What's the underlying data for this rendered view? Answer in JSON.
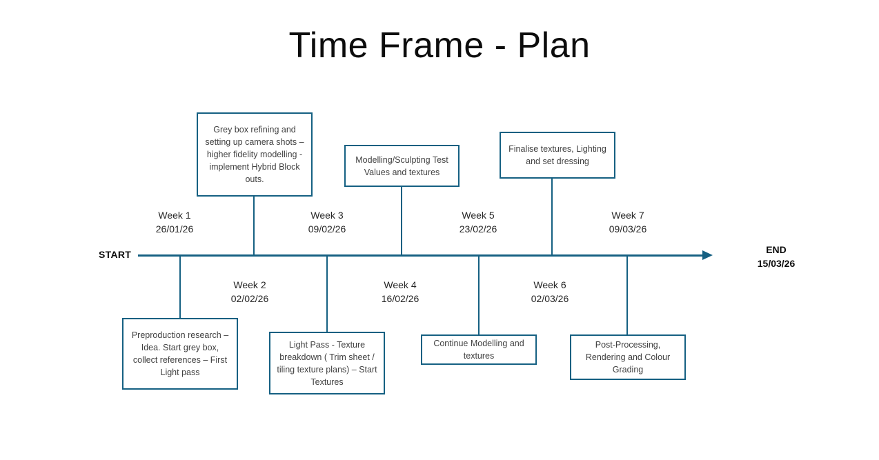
{
  "title": "Time Frame - Plan",
  "colors": {
    "accent": "#156082",
    "box_text": "#404040",
    "heading_text": "#0c0c0c"
  },
  "timeline": {
    "start_label": "START",
    "end_label": "END",
    "end_date": "15/03/26"
  },
  "weeks": [
    {
      "label": "Week 1",
      "date": "26/01/26",
      "side": "above"
    },
    {
      "label": "Week 2",
      "date": "02/02/26",
      "side": "below"
    },
    {
      "label": "Week 3",
      "date": "09/02/26",
      "side": "above"
    },
    {
      "label": "Week 4",
      "date": "16/02/26",
      "side": "below"
    },
    {
      "label": "Week 5",
      "date": "23/02/26",
      "side": "above"
    },
    {
      "label": "Week 6",
      "date": "02/03/26",
      "side": "below"
    },
    {
      "label": "Week 7",
      "date": "09/03/26",
      "side": "above"
    }
  ],
  "tasks": [
    {
      "side": "top",
      "text": "Grey box refining and setting up camera shots – higher fidelity modelling - implement Hybrid Block outs."
    },
    {
      "side": "top",
      "text": "Modelling/Sculpting Test Values and textures"
    },
    {
      "side": "top",
      "text": "Finalise textures, Lighting and set dressing"
    },
    {
      "side": "bottom",
      "text": "Preproduction research – Idea. Start grey box, collect references – First Light pass"
    },
    {
      "side": "bottom",
      "text": "Light Pass  - Texture breakdown ( Trim sheet / tiling texture plans) – Start Textures"
    },
    {
      "side": "bottom",
      "text": "Continue Modelling and textures"
    },
    {
      "side": "bottom",
      "text": "Post-Processing, Rendering and Colour Grading"
    }
  ]
}
